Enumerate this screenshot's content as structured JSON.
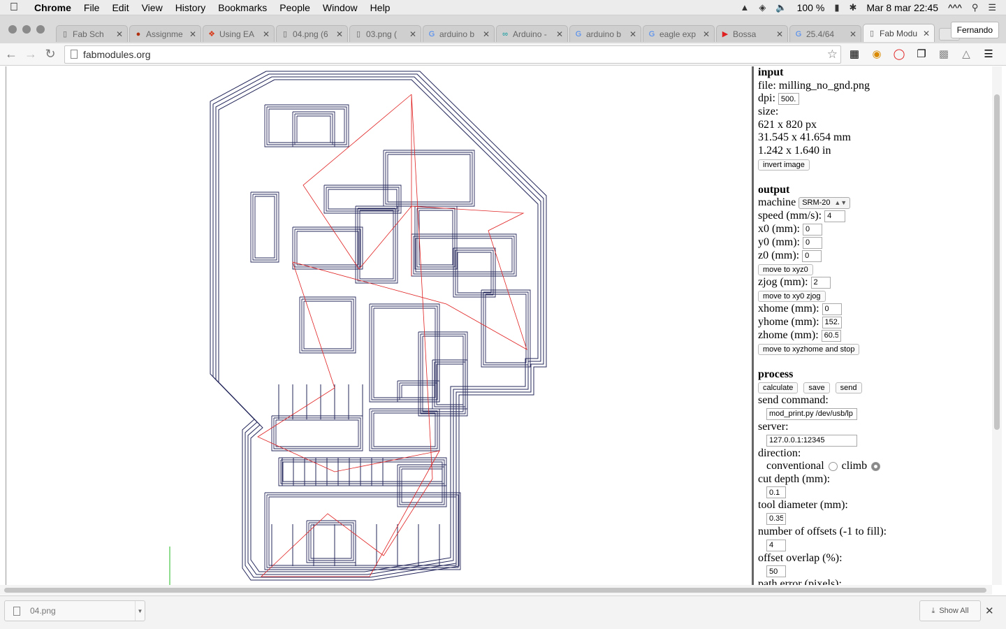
{
  "menubar": {
    "app": "Chrome",
    "items": [
      "File",
      "Edit",
      "View",
      "History",
      "Bookmarks",
      "People",
      "Window",
      "Help"
    ],
    "battery": "100 %",
    "clock": "Mar 8 mar  22:45",
    "extra": "^^^"
  },
  "tabs": [
    {
      "title": "Fab Sch",
      "icon": "page-icon"
    },
    {
      "title": "Assignme",
      "icon": "ladybug-icon"
    },
    {
      "title": "Using EA",
      "icon": "eagle-icon"
    },
    {
      "title": "04.png (6",
      "icon": "page-icon"
    },
    {
      "title": "03.png (",
      "icon": "page-icon"
    },
    {
      "title": "arduino b",
      "icon": "google-icon"
    },
    {
      "title": "Arduino -",
      "icon": "arduino-icon"
    },
    {
      "title": "arduino b",
      "icon": "google-icon"
    },
    {
      "title": "eagle exp",
      "icon": "google-icon"
    },
    {
      "title": "Bossa",
      "icon": "youtube-icon"
    },
    {
      "title": "25.4/64",
      "icon": "google-icon"
    },
    {
      "title": "Fab Modu",
      "icon": "page-icon",
      "active": true
    }
  ],
  "profile": "Fernando",
  "address": {
    "url": "fabmodules.org"
  },
  "panel": {
    "input": {
      "heading": "input",
      "file_label": "file:",
      "file": "milling_no_gnd.png",
      "dpi_label": "dpi:",
      "dpi": "500.",
      "size_label": "size:",
      "size_px": "621 x 820 px",
      "size_mm": "31.545 x 41.654 mm",
      "size_in": "1.242 x 1.640 in",
      "invert_label": "invert image"
    },
    "output": {
      "heading": "output",
      "machine_label": "machine",
      "machine": "SRM-20",
      "speed_label": "speed (mm/s):",
      "speed": "4",
      "x0_label": "x0 (mm):",
      "x0": "0",
      "y0_label": "y0 (mm):",
      "y0": "0",
      "z0_label": "z0 (mm):",
      "z0": "0",
      "move_xyz0": "move to xyz0",
      "zjog_label": "zjog (mm):",
      "zjog": "2",
      "move_xy0_zjog": "move to xy0 zjog",
      "xhome_label": "xhome (mm):",
      "xhome": "0",
      "yhome_label": "yhome (mm):",
      "yhome": "152.",
      "zhome_label": "zhome (mm):",
      "zhome": "60.5",
      "move_home": "move to xyzhome and stop"
    },
    "process": {
      "heading": "process",
      "calculate": "calculate",
      "save": "save",
      "send": "send",
      "send_command_label": "send command:",
      "send_command": "mod_print.py /dev/usb/lp",
      "server_label": "server:",
      "server": "127.0.0.1:12345",
      "direction_label": "direction:",
      "conventional": "conventional",
      "climb": "climb",
      "cut_depth_label": "cut depth (mm):",
      "cut_depth": "0.1",
      "tool_diameter_label": "tool diameter (mm):",
      "tool_diameter": "0.35",
      "offsets_label": "number of offsets (-1 to fill):",
      "offsets": "4",
      "overlap_label": "offset overlap (%):",
      "overlap": "50",
      "path_error_label": "path error (pixels):"
    }
  },
  "downloads": {
    "file": "04.png",
    "show_all": "Show All"
  },
  "colors": {
    "toolpath": "#23265a",
    "jog": "#e02020",
    "origin": "#22bb22"
  }
}
